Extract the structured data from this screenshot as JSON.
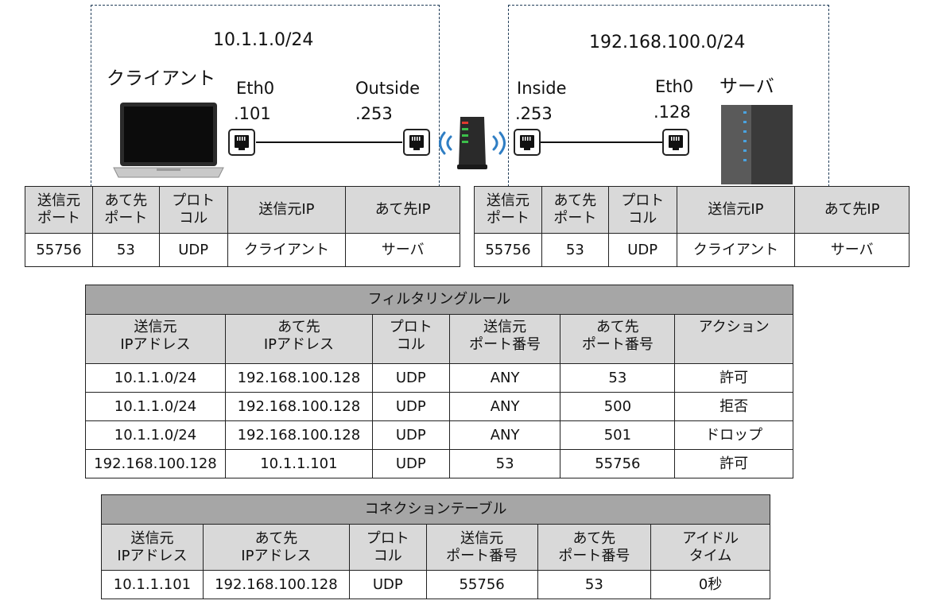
{
  "network": {
    "left": {
      "subnet": "10.1.1.0/24",
      "device_label": "クライアント",
      "iface_name": "Eth0",
      "iface_addr": ".101",
      "fw_iface_name": "Outside",
      "fw_iface_addr": ".253"
    },
    "right": {
      "subnet": "192.168.100.0/24",
      "fw_iface_name": "Inside",
      "fw_iface_addr": ".253",
      "iface_name": "Eth0",
      "iface_addr": ".128",
      "device_label": "サーバ"
    }
  },
  "packet_tables": {
    "headers": [
      "送信元\nポート",
      "あて先\nポート",
      "プロト\nコル",
      "送信元IP",
      "あて先IP"
    ],
    "left_row": [
      "55756",
      "53",
      "UDP",
      "クライアント",
      "サーバ"
    ],
    "right_row": [
      "55756",
      "53",
      "UDP",
      "クライアント",
      "サーバ"
    ]
  },
  "filter_table": {
    "title": "フィルタリングルール",
    "headers": [
      "送信元\nIPアドレス",
      "あて先\nIPアドレス",
      "プロト\nコル",
      "送信元\nポート番号",
      "あて先\nポート番号",
      "アクション"
    ],
    "rows": [
      [
        "10.1.1.0/24",
        "192.168.100.128",
        "UDP",
        "ANY",
        "53",
        "許可"
      ],
      [
        "10.1.1.0/24",
        "192.168.100.128",
        "UDP",
        "ANY",
        "500",
        "拒否"
      ],
      [
        "10.1.1.0/24",
        "192.168.100.128",
        "UDP",
        "ANY",
        "501",
        "ドロップ"
      ],
      [
        "192.168.100.128",
        "10.1.1.101",
        "UDP",
        "53",
        "55756",
        "許可"
      ]
    ]
  },
  "connection_table": {
    "title": "コネクションテーブル",
    "headers": [
      "送信元\nIPアドレス",
      "あて先\nIPアドレス",
      "プロト\nコル",
      "送信元\nポート番号",
      "あて先\nポート番号",
      "アイドル\nタイム"
    ],
    "rows": [
      [
        "10.1.1.101",
        "192.168.100.128",
        "UDP",
        "55756",
        "53",
        "0秒"
      ]
    ]
  },
  "colors": {
    "zone_border": "#1f3b57",
    "header_fill": "#d9d9d9",
    "caption_fill": "#a6a6a6",
    "wifi_wave": "#2f7ec4"
  }
}
